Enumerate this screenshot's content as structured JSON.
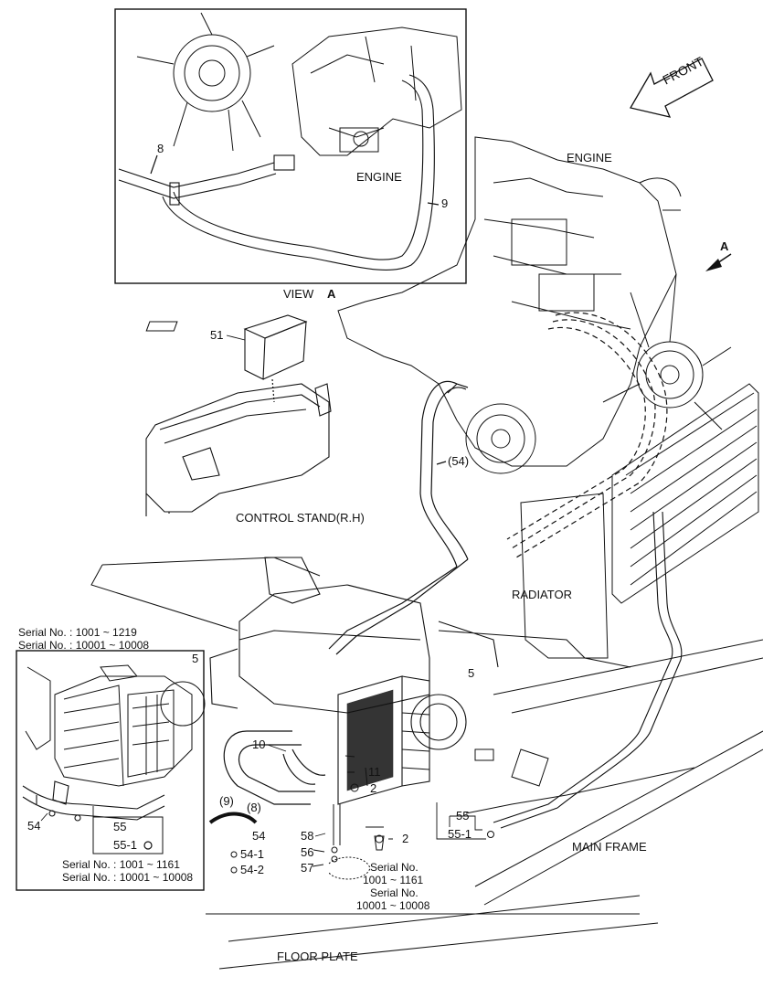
{
  "labels": {
    "front": "FRONT",
    "engine_view": "ENGINE",
    "engine_main": "ENGINE",
    "view": "VIEW",
    "view_letter": "A",
    "arrow_letter": "A",
    "control_stand": "CONTROL STAND(R.H)",
    "radiator": "RADIATOR",
    "main_frame": "MAIN FRAME",
    "floor_plate": "FLOOR PLATE"
  },
  "inset": {
    "serial_line1": "Serial No. : 1001 ~ 1219",
    "serial_line2": "Serial No. : 10001 ~ 10008",
    "part_5": "5",
    "part_54": "54",
    "part_55": "55",
    "part_55_1": "55-1",
    "bottom_line1": "Serial No. : 1001 ~ 1161",
    "bottom_line2": "Serial No. : 10001 ~ 10008"
  },
  "parts": {
    "p8_view": "8",
    "p9_view": "9",
    "p51": "51",
    "p54_paren": "(54)",
    "p5": "5",
    "p10": "10",
    "p9_paren": "(9)",
    "p8_paren": "(8)",
    "p11": "11",
    "p2a": "2",
    "p2b": "2",
    "p54": "54",
    "p54_1": "54-1",
    "p54_2": "54-2",
    "p58": "58",
    "p56": "56",
    "p57": "57",
    "p55": "55",
    "p55_1": "55-1"
  },
  "serial_note": {
    "line1": "Serial No.",
    "line2": "1001 ~ 1161",
    "line3": "Serial No.",
    "line4": "10001 ~ 10008"
  },
  "icons": [
    "front-arrow-icon",
    "view-arrow-icon"
  ]
}
